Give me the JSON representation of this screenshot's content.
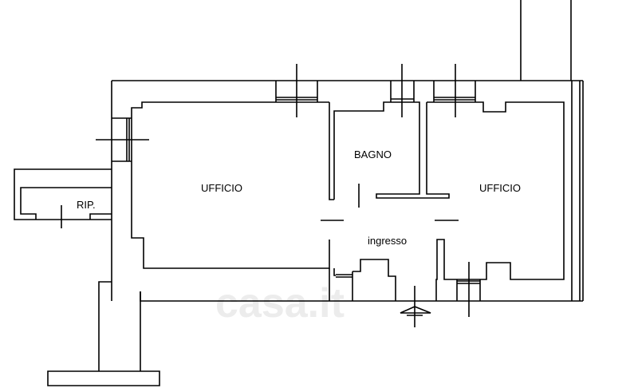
{
  "rooms": {
    "office_left": "UFFICIO",
    "bathroom": "BAGNO",
    "office_right": "UFFICIO",
    "storage": "RIP.",
    "entrance": "ingresso"
  },
  "watermark": "casa.it",
  "colors": {
    "line": "#000000",
    "background": "#ffffff"
  }
}
